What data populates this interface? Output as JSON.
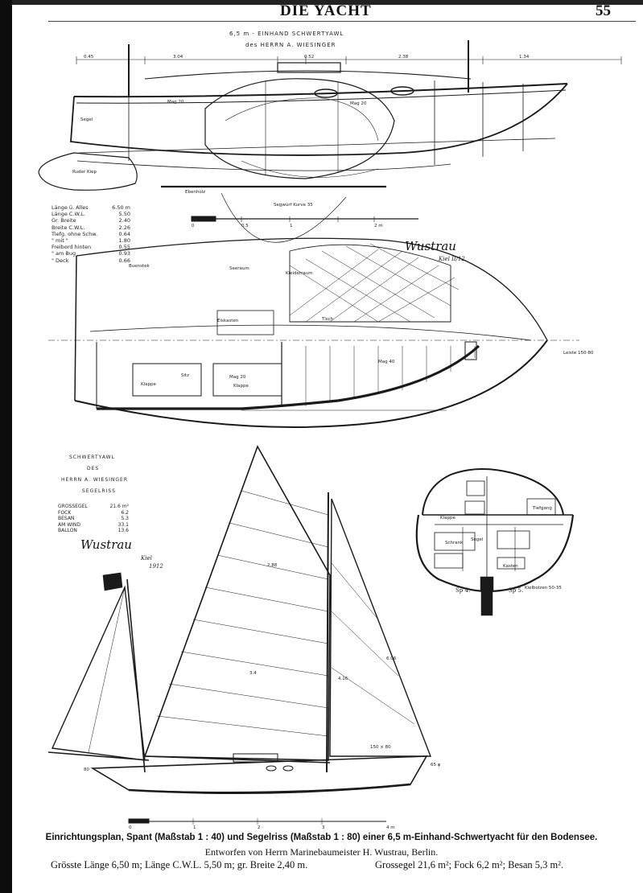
{
  "header": {
    "title": "DIE YACHT",
    "page_number": "55"
  },
  "drawing": {
    "title_line1": "6,5 m - EINHAND SCHWERTYAWL",
    "title_line2": "des HERRN A. WIESINGER",
    "signature": "Wustrau",
    "signature_date": "Kiel II/12",
    "signature2": "Wustrau",
    "signature2_place": "Kiel",
    "signature2_year": "1912"
  },
  "dimensions": [
    {
      "label": "Länge ü. Alles",
      "value": "6.50 m"
    },
    {
      "label": "Länge C.W.L.",
      "value": "5.50"
    },
    {
      "label": "Gr. Breite",
      "value": "2.40"
    },
    {
      "label": "Breite C.W.L.",
      "value": "2.26"
    },
    {
      "label": "Tiefg. ohne Schw.",
      "value": "0.64"
    },
    {
      "label": "\" mit \"",
      "value": "1.80"
    },
    {
      "label": "Freibord hinten",
      "value": "0.55"
    },
    {
      "label": "\" am Bug",
      "value": "0.93"
    },
    {
      "label": "\" Deck",
      "value": "0.66"
    }
  ],
  "sail_plan": {
    "line1": "SCHWERTYAWL",
    "line2": "DES",
    "line3": "HERRN A. WIESINGER",
    "line4": "SEGELRISS",
    "sails": [
      {
        "label": "GROSSEGEL",
        "value": "21.6 m²"
      },
      {
        "label": "FOCK",
        "value": "6.2"
      },
      {
        "label": "BESAN",
        "value": "5.3"
      },
      {
        "label": "AM WIND",
        "value": "33.1"
      },
      {
        "label": "BALLON",
        "value": "13.6"
      }
    ]
  },
  "section_labels": {
    "sp4": "Sp 4.",
    "sp5": "Sp 5."
  },
  "caption": {
    "bold_line": "Einrichtungsplan, Spant (Maßstab 1 : 40) und Segelriss (Maßstab 1 : 80) einer 6,5 m-Einhand-Schwertyacht für den Bodensee.",
    "line2": "Entworfen von Herrn Marinebaumeister H. Wustrau, Berlin.",
    "line3_left": "Grösste Länge 6,50 m; Länge C.W.L. 5,50 m; gr. Breite 2,40 m.",
    "line3_right": "Grossegel 21,6 m²; Fock 6,2 m²; Besan 5,3 m²."
  }
}
